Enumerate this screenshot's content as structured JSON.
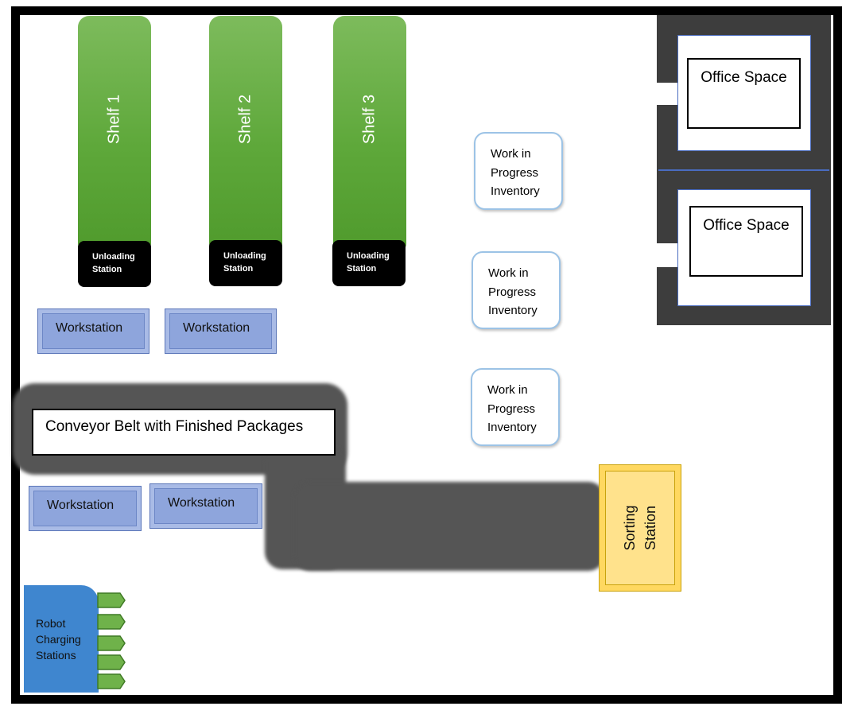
{
  "shelves": [
    {
      "label": "Shelf 1",
      "unloading_line1": "Unloading",
      "unloading_line2": "Station"
    },
    {
      "label": "Shelf 2",
      "unloading_line1": "Unloading",
      "unloading_line2": "Station"
    },
    {
      "label": "Shelf 3",
      "unloading_line1": "Unloading",
      "unloading_line2": "Station"
    }
  ],
  "workstations": [
    "Workstation",
    "Workstation",
    "Workstation",
    "Workstation"
  ],
  "wip_inventory": [
    {
      "line1": "Work in",
      "line2": "Progress",
      "line3": "Inventory"
    },
    {
      "line1": "Work in",
      "line2": "Progress",
      "line3": "Inventory"
    },
    {
      "line1": "Work in",
      "line2": "Progress",
      "line3": "Inventory"
    }
  ],
  "offices": [
    "Office Space",
    "Office Space"
  ],
  "conveyor": {
    "label": "Conveyor Belt with Finished Packages"
  },
  "sorting_station": {
    "line1": "Sorting",
    "line2": "Station"
  },
  "charging": {
    "line1": "Robot",
    "line2": "Charging",
    "line3": "Stations"
  },
  "colors": {
    "shelf_green": "#5ea83a",
    "workstation_blue": "#8ea5dc",
    "sorting_yellow": "#ffe28c",
    "charging_blue": "#3f86cf",
    "conveyor_gray": "#555555",
    "office_wall": "#3d3d3d"
  }
}
